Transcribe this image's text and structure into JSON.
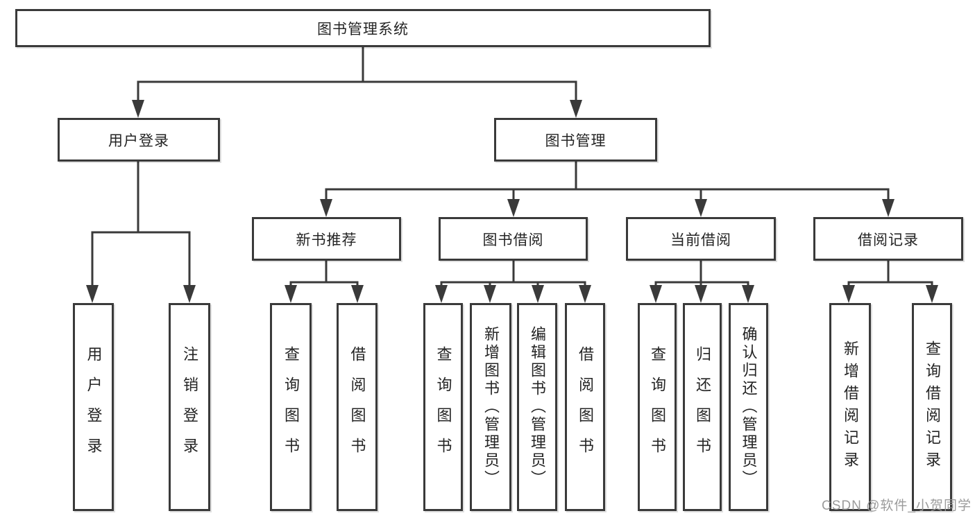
{
  "diagram_title": "图书管理系统",
  "colors": {
    "line": "#3a3a3a",
    "box_border": "#3a3a3a",
    "box_background": "#ffffff",
    "text": "#242424",
    "watermark": "#969696",
    "page_background": "#ffffff"
  },
  "watermark": "CSDN @软件_小贺同学",
  "nodes": {
    "root": {
      "label": "图书管理系统"
    },
    "level1": [
      {
        "label": "用户登录",
        "parent": "图书管理系统"
      },
      {
        "label": "图书管理",
        "parent": "图书管理系统"
      }
    ],
    "level2": [
      {
        "label": "新书推荐",
        "parent": "图书管理"
      },
      {
        "label": "图书借阅",
        "parent": "图书管理"
      },
      {
        "label": "当前借阅",
        "parent": "图书管理"
      },
      {
        "label": "借阅记录",
        "parent": "图书管理"
      }
    ],
    "level3": [
      {
        "label": "用户登录",
        "parent": "用户登录"
      },
      {
        "label": "注销登录",
        "parent": "用户登录"
      },
      {
        "label": "查询图书",
        "parent": "新书推荐"
      },
      {
        "label": "借阅图书",
        "parent": "新书推荐"
      },
      {
        "label": "查询图书",
        "parent": "图书借阅"
      },
      {
        "label": "新增图书（管理员）",
        "parent": "图书借阅"
      },
      {
        "label": "编辑图书（管理员）",
        "parent": "图书借阅"
      },
      {
        "label": "借阅图书",
        "parent": "图书借阅"
      },
      {
        "label": "查询图书",
        "parent": "当前借阅"
      },
      {
        "label": "归还图书",
        "parent": "当前借阅"
      },
      {
        "label": "确认归还（管理员）",
        "parent": "当前借阅"
      },
      {
        "label": "新增借阅记录",
        "parent": "借阅记录"
      },
      {
        "label": "查询借阅记录",
        "parent": "借阅记录"
      }
    ]
  }
}
